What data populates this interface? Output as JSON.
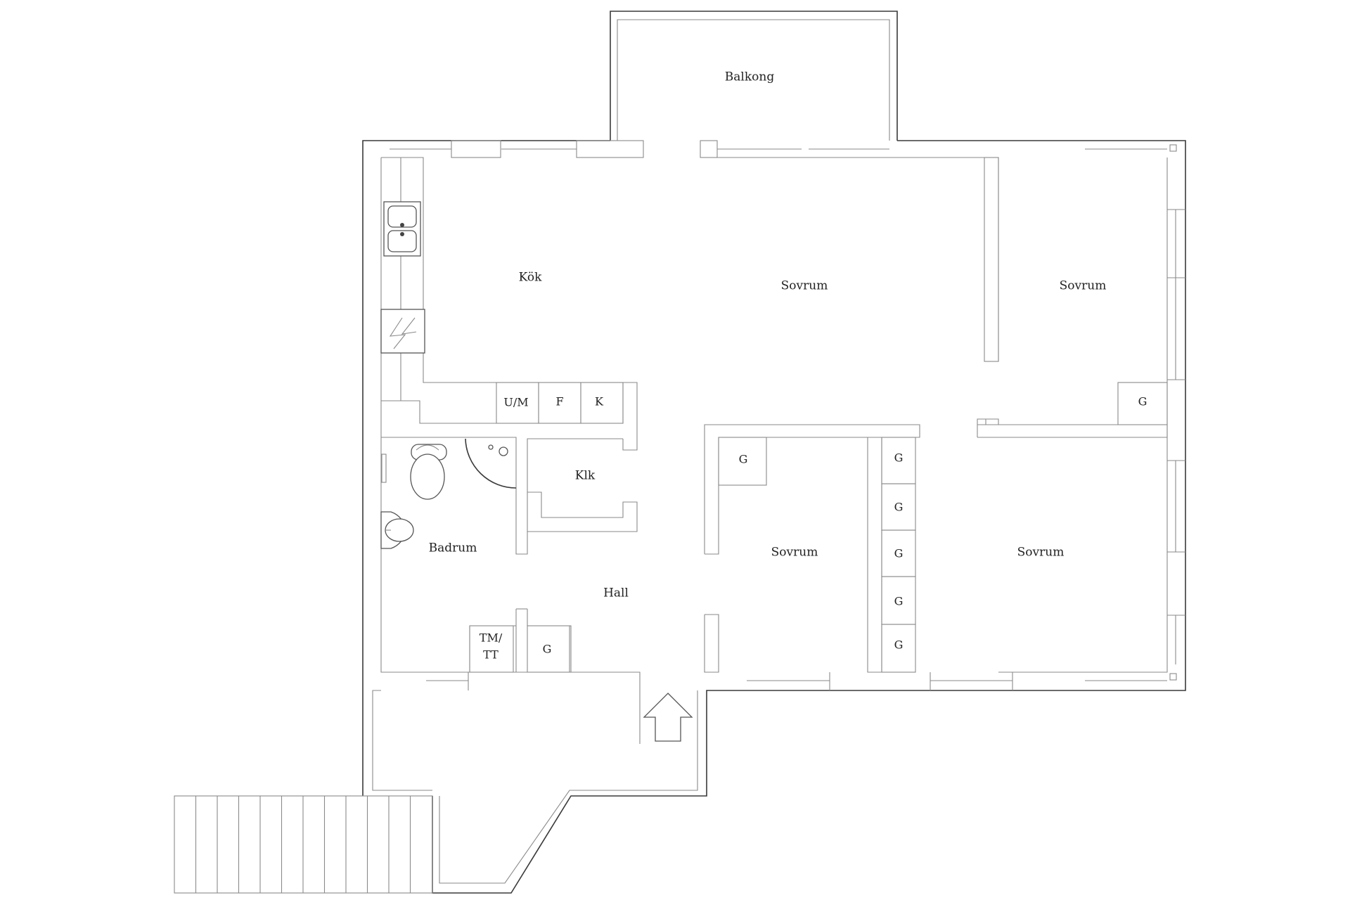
{
  "rooms": {
    "balkong": "Balkong",
    "kok": "Kök",
    "sovrum_1": "Sovrum",
    "sovrum_2": "Sovrum",
    "sovrum_3": "Sovrum",
    "sovrum_4": "Sovrum",
    "klk": "Klk",
    "badrum": "Badrum",
    "hall": "Hall"
  },
  "fixtures": {
    "um": "U/M",
    "f": "F",
    "k": "K",
    "tm_line1": "TM/",
    "tm_line2": "TT",
    "g_sovrum_ne": "G",
    "g_sovrum_mid": "G",
    "g_column_1": "G",
    "g_column_2": "G",
    "g_column_3": "G",
    "g_column_4": "G",
    "g_column_5": "G",
    "g_hall": "G"
  },
  "icons": {
    "sink": "double-sink-icon",
    "stove": "stove-icon",
    "toilet": "toilet-icon",
    "basin": "wash-basin-icon",
    "shower": "shower-icon",
    "entrance": "entrance-arrow-icon",
    "stairs": "stairs-icon"
  }
}
